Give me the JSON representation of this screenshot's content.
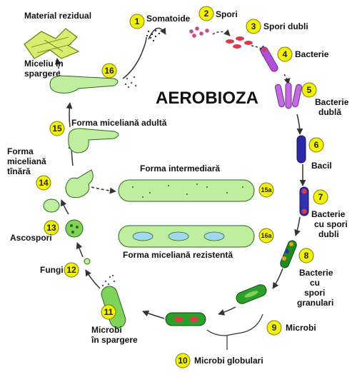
{
  "title": "AEROBIOZA",
  "stages": [
    {
      "num": "1",
      "label": "Somatoide"
    },
    {
      "num": "2",
      "label": "Spori"
    },
    {
      "num": "3",
      "label": "Spori dubli"
    },
    {
      "num": "4",
      "label": "Bacterie"
    },
    {
      "num": "5",
      "label_lines": [
        "Bacterie",
        "dublă"
      ]
    },
    {
      "num": "6",
      "label": "Bacil"
    },
    {
      "num": "7",
      "label_lines": [
        "Bacterie",
        "cu spori",
        "dubli"
      ]
    },
    {
      "num": "8",
      "label_lines": [
        "Bacterie",
        "cu",
        "spori",
        "granulari"
      ]
    },
    {
      "num": "9",
      "label": "Microbi"
    },
    {
      "num": "10",
      "label": "Microbi globulari"
    },
    {
      "num": "11",
      "label_lines": [
        "Microbi",
        "în spargere"
      ]
    },
    {
      "num": "12",
      "label": "Fungi"
    },
    {
      "num": "13",
      "label": "Ascospori"
    },
    {
      "num": "14",
      "label_lines": [
        "Forma",
        "miceliană",
        "tînără"
      ]
    },
    {
      "num": "15",
      "label": "Forma miceliană adultă"
    },
    {
      "num": "15a",
      "label": "Forma intermediară"
    },
    {
      "num": "16",
      "label_lines": [
        "Miceliu în",
        "spargere"
      ]
    },
    {
      "num": "16a",
      "label": "Forma miceliană rezistentă"
    }
  ],
  "residual_label": "Material rezidual",
  "colors": {
    "badge_fill": "#f2f200",
    "badge_stroke": "#7a7a00",
    "arrow": "#333333",
    "light_green": "#bfeea0",
    "mid_green": "#7fd35a",
    "dark_green": "#1f8a1f",
    "purple": "#b04fd8",
    "dark_blue": "#2a2aa8",
    "pink": "#e03a4a"
  }
}
